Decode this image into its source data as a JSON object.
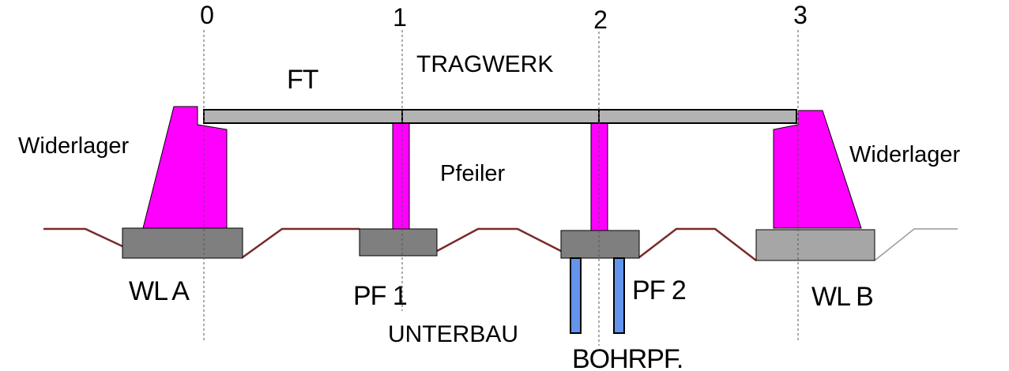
{
  "axes": {
    "a0": "0",
    "a1": "1",
    "a2": "2",
    "a3": "3"
  },
  "labels": {
    "ft": "FT",
    "tragwerk": "TRAGWERK",
    "widerlager_left": "Widerlager",
    "widerlager_right": "Widerlager",
    "pfeiler": "Pfeiler",
    "wl_a": "WL A",
    "pf1": "PF 1",
    "pf2": "PF 2",
    "wl_b": "WL B",
    "unterbau": "UNTERBAU",
    "bohrpf": "BOHRPF."
  },
  "colors": {
    "deck": "#b3b3b3",
    "abutment": "#ff00ff",
    "pier": "#ff00ff",
    "foundation": "#7f7f7f",
    "foundation_right": "#a6a6a6",
    "piles": "#6495ed",
    "ground": "#7a2a2a",
    "axis_lines": "#555555"
  }
}
